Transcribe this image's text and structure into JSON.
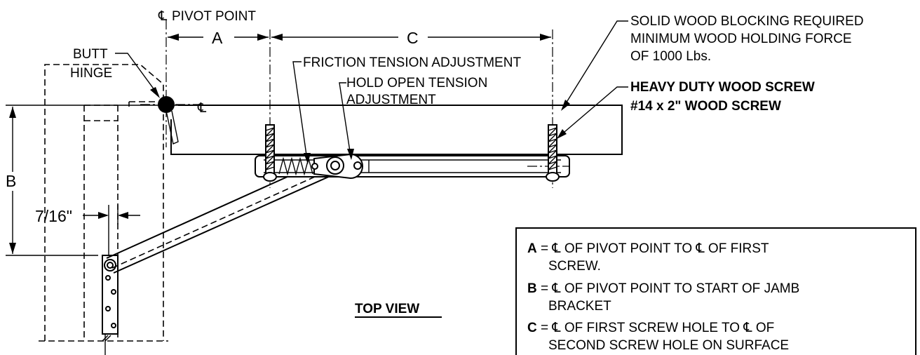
{
  "labels": {
    "pivot_cl": "℄",
    "pivot_point": "PIVOT POINT",
    "dim_a": "A",
    "dim_b": "B",
    "dim_c": "C",
    "dim_7_16": "7/16\"",
    "butt_hinge_1": "BUTT",
    "butt_hinge_2": "HINGE",
    "hinge_cl": "℄",
    "friction": "FRICTION TENSION ADJUSTMENT",
    "hold_open_1": "HOLD OPEN TENSION",
    "hold_open_2": "ADJUSTMENT",
    "solid_wood_1": "SOLID WOOD BLOCKING REQUIRED",
    "solid_wood_2": "MINIMUM WOOD HOLDING FORCE",
    "solid_wood_3": "OF 1000 Lbs.",
    "screw_1": "HEAVY DUTY WOOD SCREW",
    "screw_2": "#14 x 2\" WOOD SCREW",
    "top_view": "TOP VIEW"
  },
  "legend": {
    "a_key": "A",
    "a_line1": " = ℄ OF PIVOT POINT TO ℄ OF FIRST",
    "a_line2": "SCREW.",
    "b_key": "B",
    "b_line1": " = ℄ OF PIVOT POINT TO START OF JAMB",
    "b_line2": "BRACKET",
    "c_key": "C",
    "c_line1": " = ℄ OF FIRST SCREW HOLE TO ℄ OF",
    "c_line2": "SECOND SCREW HOLE ON SURFACE"
  }
}
